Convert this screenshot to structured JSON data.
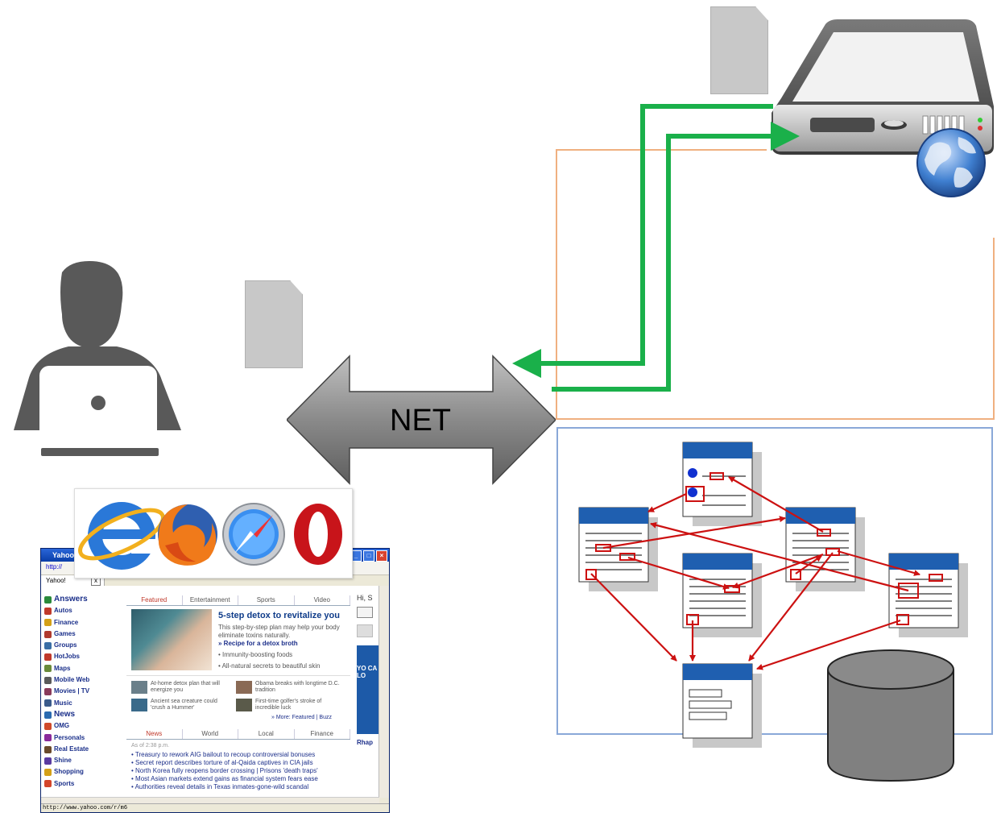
{
  "diagram": {
    "net_label": "NET"
  },
  "browser": {
    "window_title": "Yahoo",
    "address": "http://",
    "tab_title": "Yahoo!",
    "tab_close": "x",
    "sidebar_items": [
      "Answers",
      "Autos",
      "Finance",
      "Games",
      "Groups",
      "HotJobs",
      "Maps",
      "Mobile Web",
      "Movies | TV",
      "Music",
      "News",
      "OMG",
      "Personals",
      "Real Estate",
      "Shine",
      "Shopping",
      "Sports"
    ],
    "top_tabs": [
      "Featured",
      "Entertainment",
      "Sports",
      "Video"
    ],
    "headline": "5-step detox to revitalize you",
    "blurb": "This step-by-step plan may help your body eliminate toxins naturally.",
    "bullet1": "» Recipe for a detox broth",
    "bullet2": "• Immunity-boosting foods",
    "bullet3": "• All-natural secrets to beautiful skin",
    "story1": "At-home detox plan that will energize you",
    "story2": "Obama breaks with longtime D.C. tradition",
    "story3": "Ancient sea creature could 'crush a Hummer'",
    "story4": "First-time golfer's stroke of incredible luck",
    "more": "» More: Featured | Buzz",
    "news_tabs": [
      "News",
      "World",
      "Local",
      "Finance"
    ],
    "news_time": "As of 2:38 p.m.",
    "news_lines": [
      "• Treasury to rework AIG bailout to recoup controversial bonuses",
      "• Secret report describes torture of al-Qaida captives in CIA jails",
      "• North Korea fully reopens border crossing | Prisons 'death traps'",
      "• Most Asian markets extend gains as financial system fears ease",
      "• Authorities reveal details in Texas inmates-gone-wild scandal"
    ],
    "right_greeting": "Hi, S",
    "right_promo": "YO CA LO",
    "right_bottom": "Rhap",
    "status_url": "http://www.yahoo.com/r/m6"
  },
  "colors": {
    "arrow_green": "#1ab04a",
    "link_red": "#cc1111",
    "server_box": "#f0b080",
    "web_box": "#8aa8d8",
    "page_header": "#1f5fb0"
  }
}
